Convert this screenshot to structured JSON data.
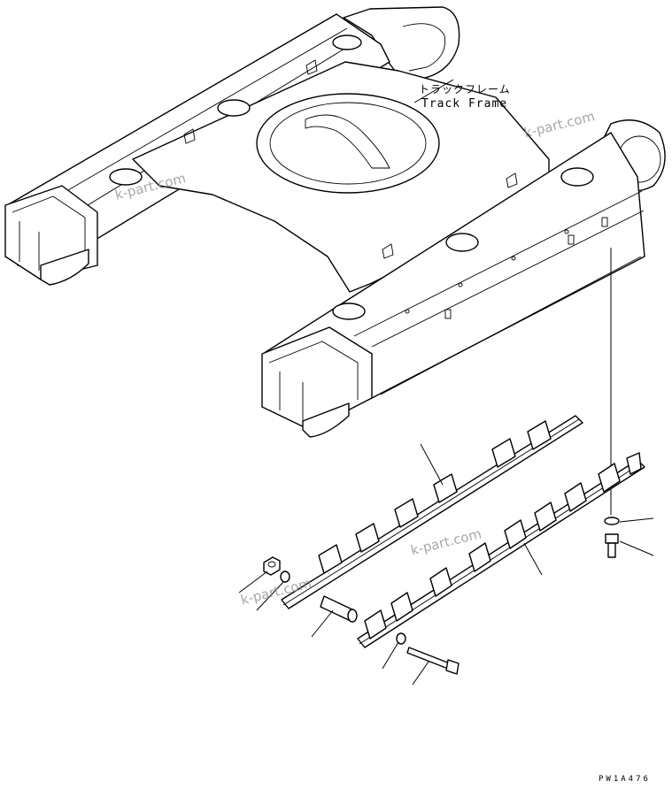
{
  "diagram": {
    "labels": {
      "track_frame_jp": "トラックフレーム",
      "track_frame_en": "Track Frame"
    },
    "watermarks": [
      "k-part.com",
      "k-part.com",
      "k-part.com",
      "k-part.com"
    ],
    "drawing_code": "PW1A476"
  }
}
